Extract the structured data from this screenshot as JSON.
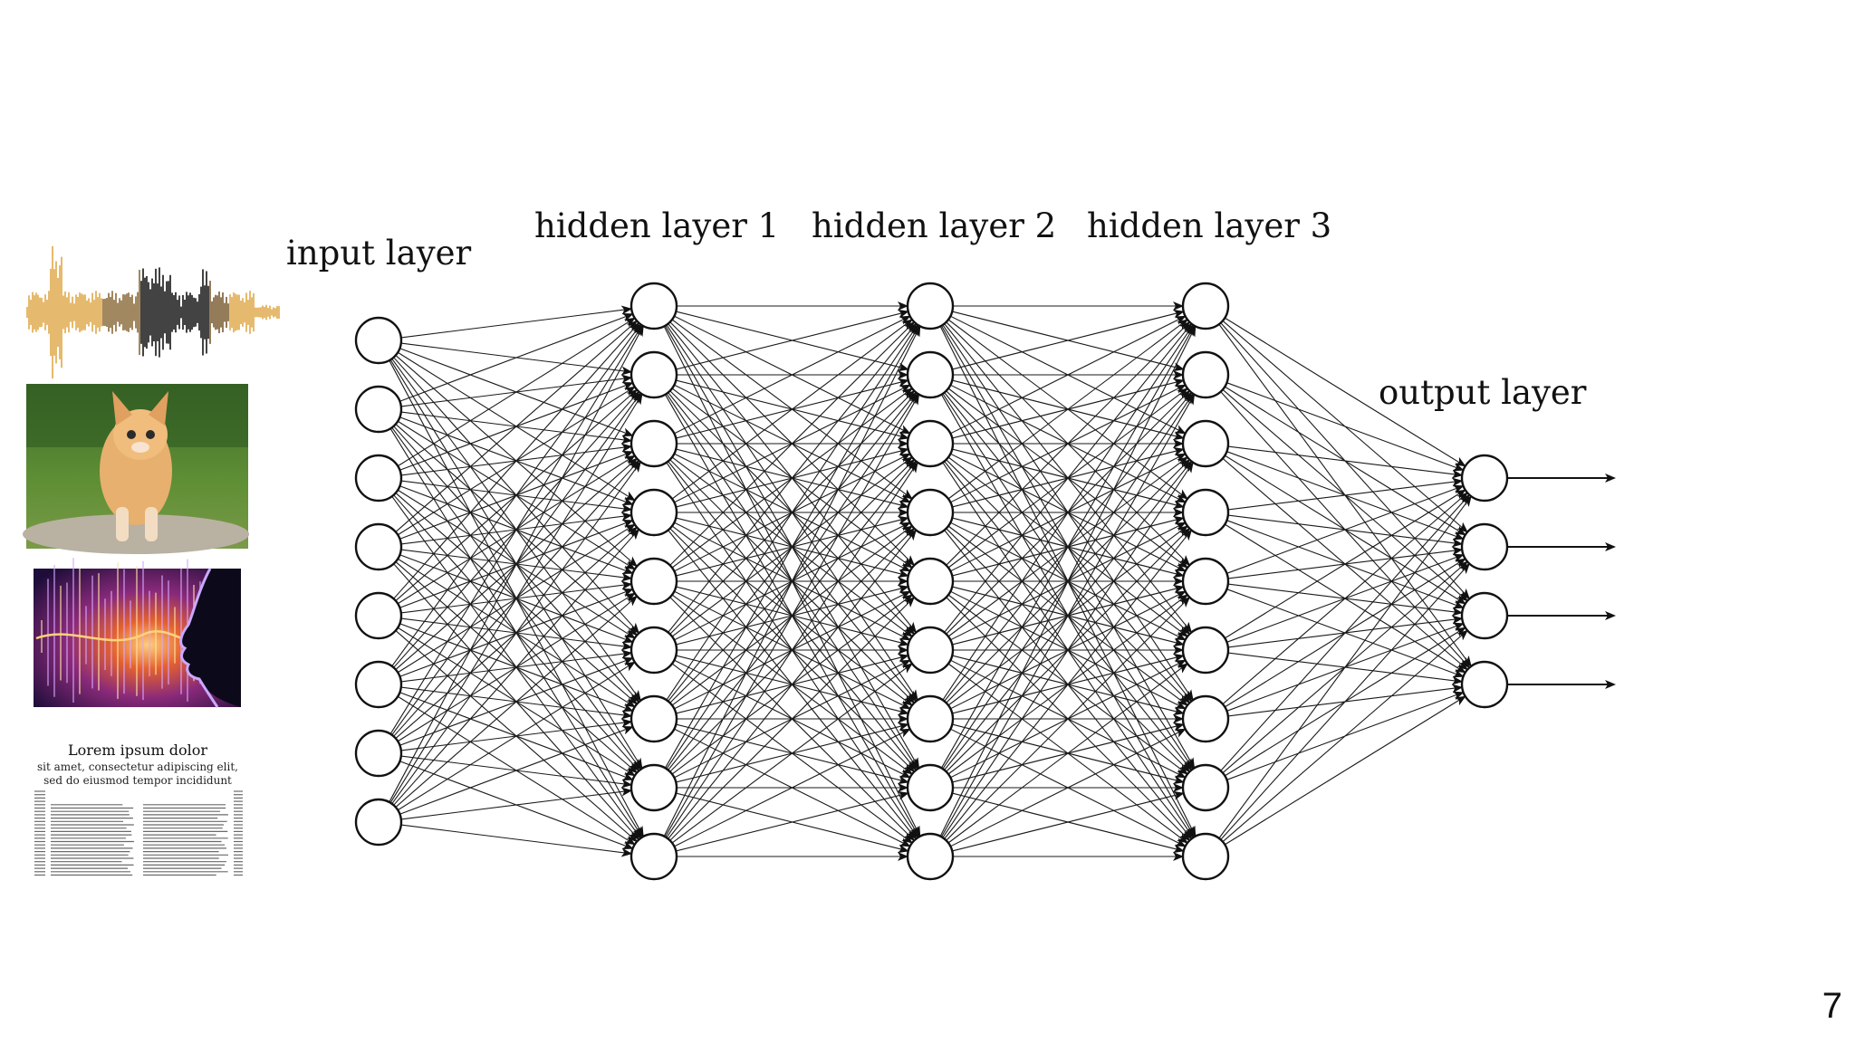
{
  "network": {
    "layers": [
      {
        "name": "input layer",
        "nodes": 8
      },
      {
        "name": "hidden layer 1",
        "nodes": 9
      },
      {
        "name": "hidden layer 2",
        "nodes": 9
      },
      {
        "name": "hidden layer 3",
        "nodes": 9
      },
      {
        "name": "output layer",
        "nodes": 4
      }
    ],
    "output_arrows": 4
  },
  "examples": {
    "waveform": {
      "icon": "audio-waveform-icon",
      "colors": [
        "#e0a94a",
        "#111111"
      ]
    },
    "cat_photo": {
      "icon": "kitten-photo"
    },
    "voice_image": {
      "icon": "speech-face-image"
    },
    "document": {
      "icon": "text-document-image",
      "title": "Lorem ipsum dolor",
      "subtitle_line1": "sit amet, consectetur adipiscing elit,",
      "subtitle_line2": "sed do eiusmod tempor incididunt"
    }
  },
  "slide": {
    "number": "7"
  }
}
